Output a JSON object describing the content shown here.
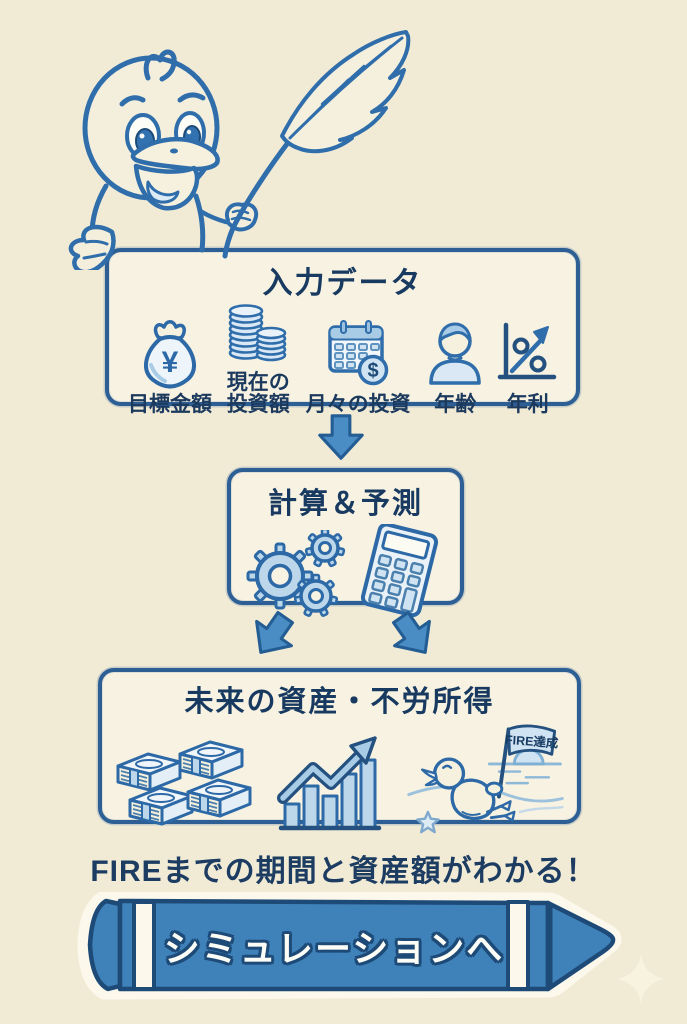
{
  "poster": {
    "background_color": "#f1ebd6",
    "ink_color": "#2f6dab",
    "panel_border_color": "#2d5f95",
    "text_color": "#183a61",
    "arrow_fill_color": "#4a8dc4",
    "crayon_color": "#3f82b9"
  },
  "mascot": {
    "icon": "duck-with-quill-pen-icon"
  },
  "flow": {
    "input_box": {
      "title": "入力データ",
      "items": [
        {
          "icon": "money-bag-yen-icon",
          "glyph": "¥",
          "label": "目標金額"
        },
        {
          "icon": "coin-stacks-icon",
          "label": "現在の投資額",
          "line1": "現在の",
          "line2": "投資額"
        },
        {
          "icon": "calendar-dollar-icon",
          "glyph": "$",
          "label": "月々の投資"
        },
        {
          "icon": "person-icon",
          "label": "年齢"
        },
        {
          "icon": "percent-growth-icon",
          "label": "年利"
        }
      ]
    },
    "process_box": {
      "title": "計算＆予測",
      "icons": [
        "gears-icon",
        "calculator-icon"
      ]
    },
    "result_box": {
      "title": "未来の資産・不労所得",
      "icons": [
        "cash-bundles-icon",
        "growth-bar-chart-icon",
        "duck-relaxing-on-beach-icon"
      ],
      "flag_label": "FIRE達成"
    }
  },
  "tagline": "FIREまでの期間と資産額がわかる！",
  "cta": {
    "label": "シミュレーションへ"
  }
}
